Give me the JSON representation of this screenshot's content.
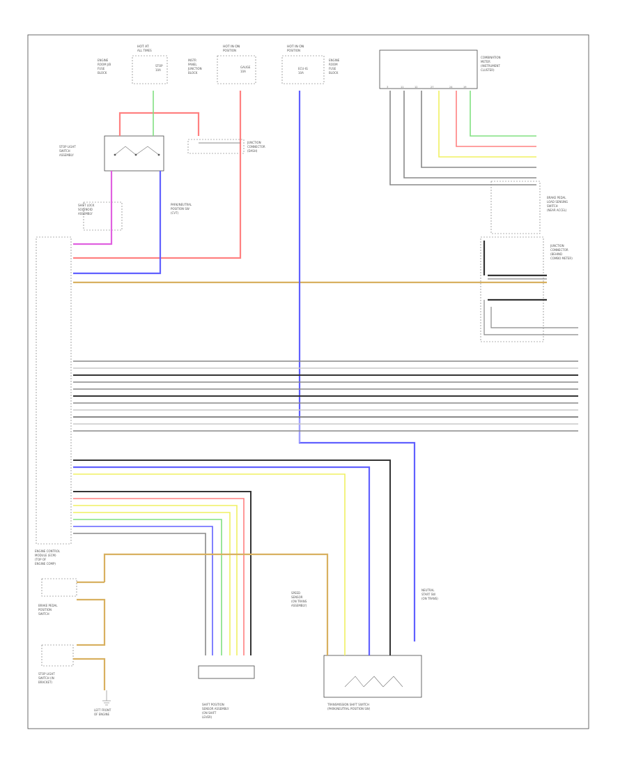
{
  "diagram": {
    "footer_code": "",
    "components": [
      {
        "id": "fuse-left",
        "label": ""
      },
      {
        "id": "fuse-mid",
        "label": ""
      },
      {
        "id": "fuse-right",
        "label": ""
      },
      {
        "id": "ecm-box",
        "label": ""
      },
      {
        "id": "relay-main",
        "label": ""
      },
      {
        "id": "switch-stop",
        "label": ""
      },
      {
        "id": "shift-lock",
        "label": ""
      },
      {
        "id": "tcm-left",
        "label": ""
      },
      {
        "id": "junction-right",
        "label": ""
      },
      {
        "id": "connector-bottom",
        "label": ""
      },
      {
        "id": "position-switch",
        "label": ""
      },
      {
        "id": "ground-bottom",
        "label": ""
      }
    ],
    "wire_colors": {
      "red": "#ff8080",
      "pink": "#e060e0",
      "blue": "#6060ff",
      "lightblue": "#a0a0ff",
      "green": "#80e080",
      "yellow": "#f0f060",
      "tan": "#d8b060",
      "gray": "#888888",
      "black": "#333333",
      "lightgray": "#c8c8c8"
    }
  }
}
